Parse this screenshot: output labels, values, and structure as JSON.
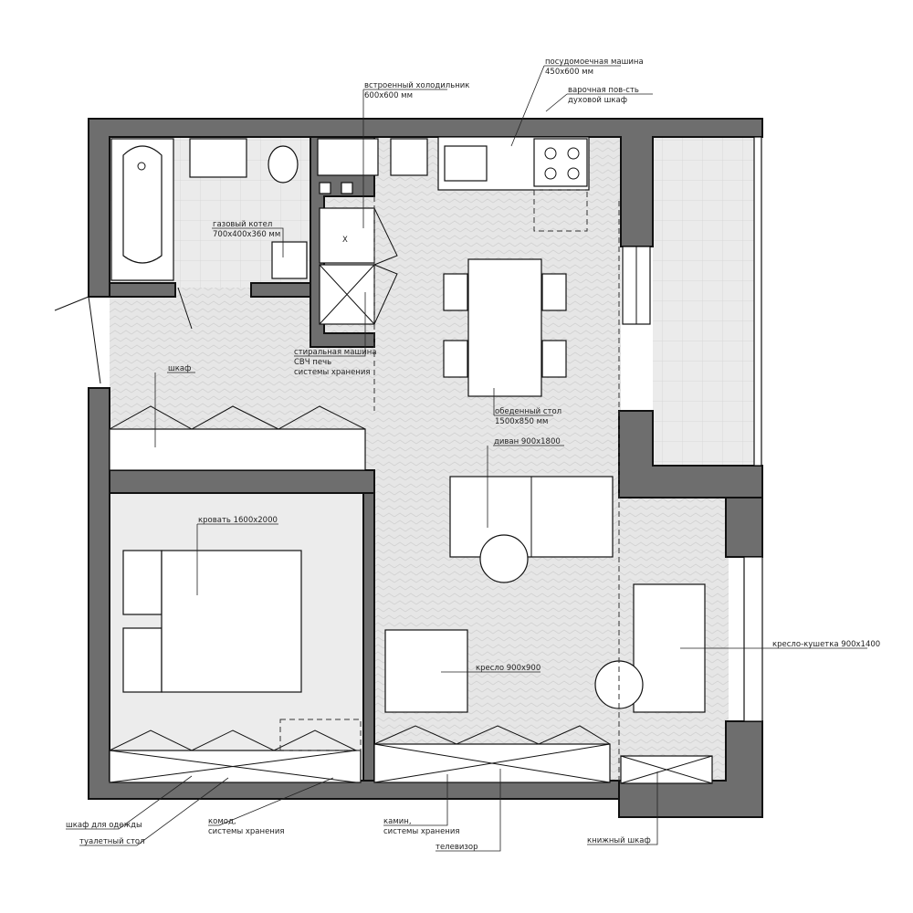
{
  "labels": {
    "fridge": [
      "встроенный холодильник",
      "600х600 мм"
    ],
    "dishwasher": [
      "посудомоечная машина",
      "450х600 мм"
    ],
    "hob": [
      "варочная пов-сть",
      "духовой шкаф"
    ],
    "boiler": [
      "газовый котел",
      "700х400х360 мм"
    ],
    "washer": [
      "стиральная машина",
      "СВЧ печь",
      "системы хранения"
    ],
    "wardrobe_hall": "шкаф",
    "dining_table": [
      "обеденный стол",
      "1500х850 мм"
    ],
    "sofa": "диван 900х1800",
    "bed": "кровать 1600х2000",
    "armchair": "кресло 900х900",
    "daybed": "кресло-кушетка 900х1400",
    "closet": "шкаф для одежды",
    "dressing_table": "туалетный стол",
    "dresser": [
      "комод,",
      "системы хранения"
    ],
    "fireplace": [
      "камин,",
      "системы хранения"
    ],
    "tv": "телевизор",
    "bookcase": "книжный шкаф",
    "fridge_mark": "X"
  },
  "colors": {
    "wall": "#6e6e6e",
    "floor": "#e6e6e6",
    "tile": "#e9e9e9"
  }
}
